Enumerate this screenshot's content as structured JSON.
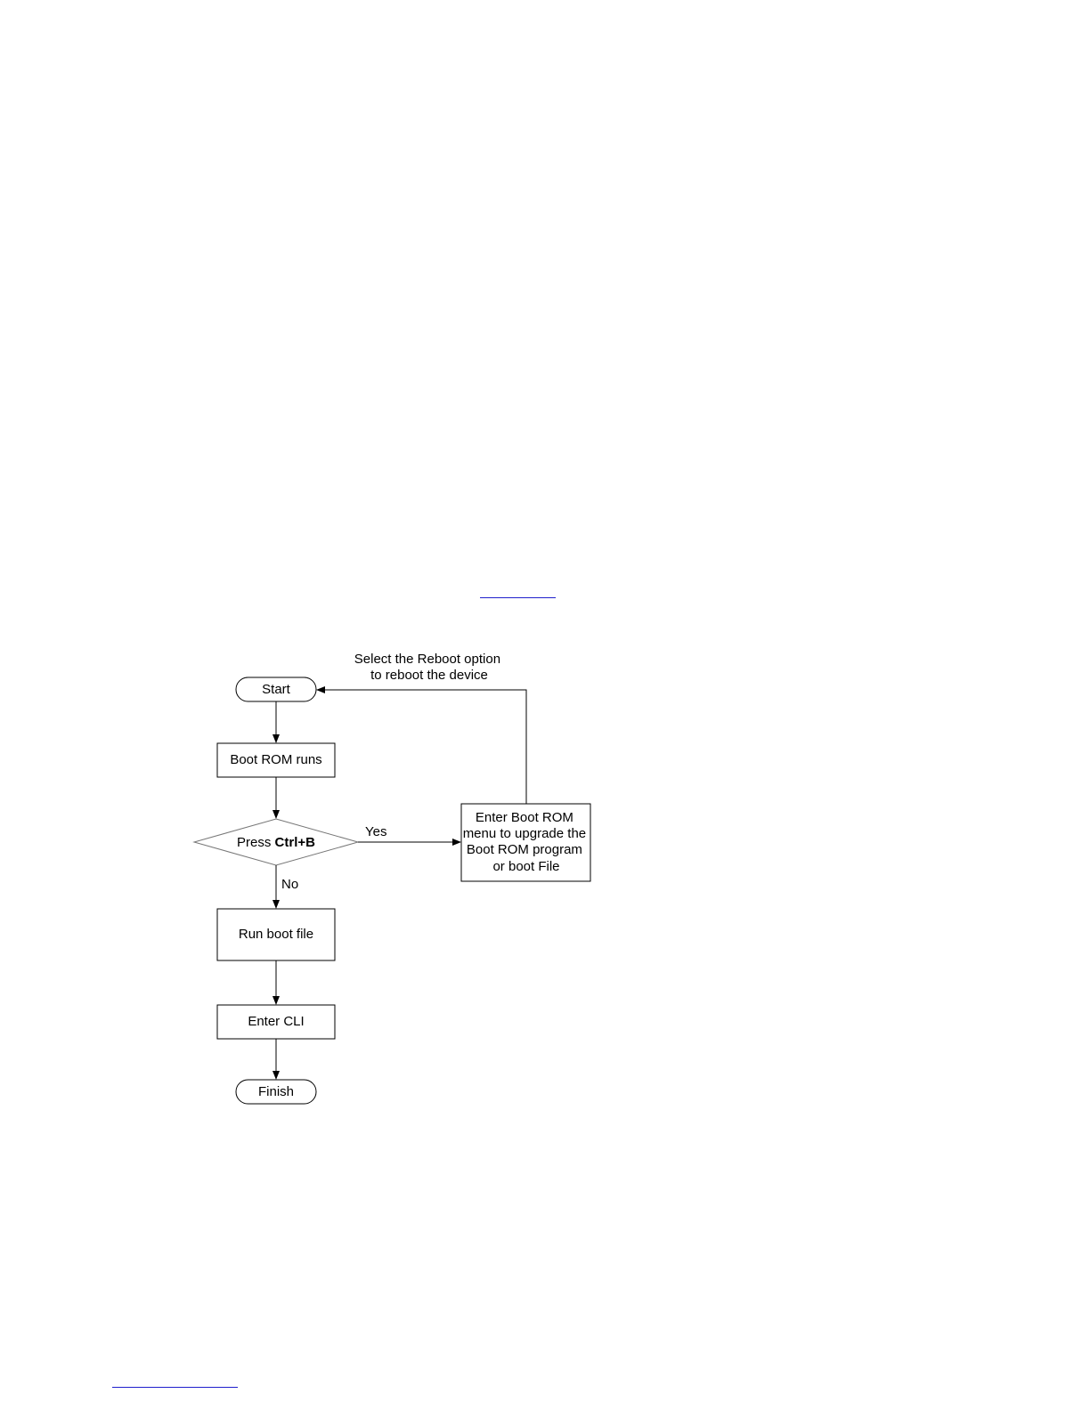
{
  "links": {
    "figure_link": "",
    "footnote_link": ""
  },
  "flowchart": {
    "reboot_note": [
      "Select the Reboot option",
      "to reboot the device"
    ],
    "start": "Start",
    "boot_rom_runs": "Boot ROM runs",
    "decision": {
      "prefix": "Press ",
      "key": "Ctrl+B"
    },
    "yes_label": "Yes",
    "no_label": "No",
    "boot_rom_menu": [
      "Enter Boot ROM",
      "menu to upgrade the",
      "Boot ROM program",
      "or boot File"
    ],
    "run_boot_file": "Run boot file",
    "enter_cli": "Enter CLI",
    "finish": "Finish"
  },
  "colors": {
    "link": "#1f1fcc",
    "stroke": "#000000",
    "diamond_stroke": "#777777"
  }
}
